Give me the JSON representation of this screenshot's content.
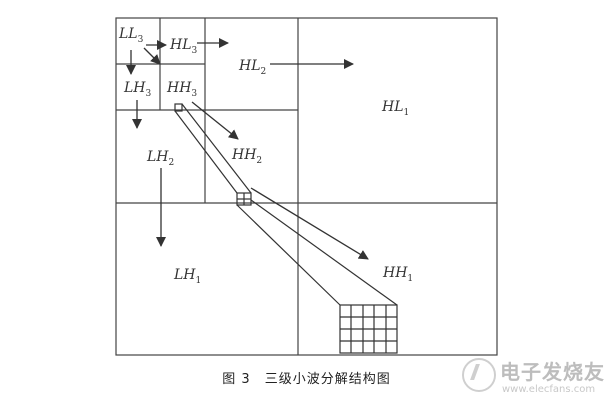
{
  "diagram": {
    "labels": {
      "ll3": {
        "main": "LL",
        "sub": "3"
      },
      "hl3": {
        "main": "HL",
        "sub": "3"
      },
      "lh3": {
        "main": "LH",
        "sub": "3"
      },
      "hh3": {
        "main": "HH",
        "sub": "3"
      },
      "hl2": {
        "main": "HL",
        "sub": "2"
      },
      "lh2": {
        "main": "LH",
        "sub": "2"
      },
      "hh2": {
        "main": "HH",
        "sub": "2"
      },
      "hl1": {
        "main": "HL",
        "sub": "1"
      },
      "lh1": {
        "main": "LH",
        "sub": "1"
      },
      "hh1": {
        "main": "HH",
        "sub": "1"
      }
    }
  },
  "caption": {
    "figure_number": "图 3",
    "text": "三级小波分解结构图"
  },
  "watermark": {
    "name": "电子发烧友",
    "url": "www.elecfans.com"
  },
  "colors": {
    "line": "#444444",
    "watermark": "#c4c4c4"
  }
}
